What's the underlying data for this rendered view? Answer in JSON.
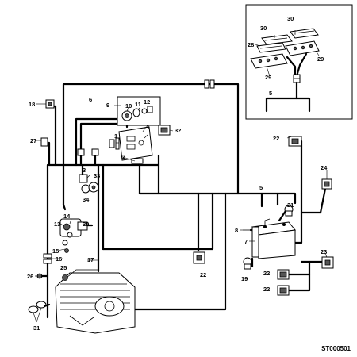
{
  "drawing_code": "ST000501",
  "callouts": {
    "c1": "1",
    "c2": "2",
    "c3": "3",
    "c4": "4",
    "c5_main": "5",
    "c5_inset": "5",
    "c6": "6",
    "c7": "7",
    "c8": "8",
    "c9": "9",
    "c10": "10",
    "c11": "11",
    "c12": "12",
    "c13": "13",
    "c14": "14",
    "c15": "15",
    "c16": "16",
    "c17": "17",
    "c18": "18",
    "c19": "19",
    "c20": "20",
    "c21": "21",
    "c22_a": "22",
    "c22_b": "22",
    "c22_c": "22",
    "c22_d": "22",
    "c23": "23",
    "c24": "24",
    "c25": "25",
    "c26": "26",
    "c27": "27",
    "c28": "28",
    "c29_a": "29",
    "c29_b": "29",
    "c30_a": "30",
    "c30_b": "30",
    "c31": "31",
    "c32": "32",
    "c33": "33",
    "c34": "34"
  }
}
